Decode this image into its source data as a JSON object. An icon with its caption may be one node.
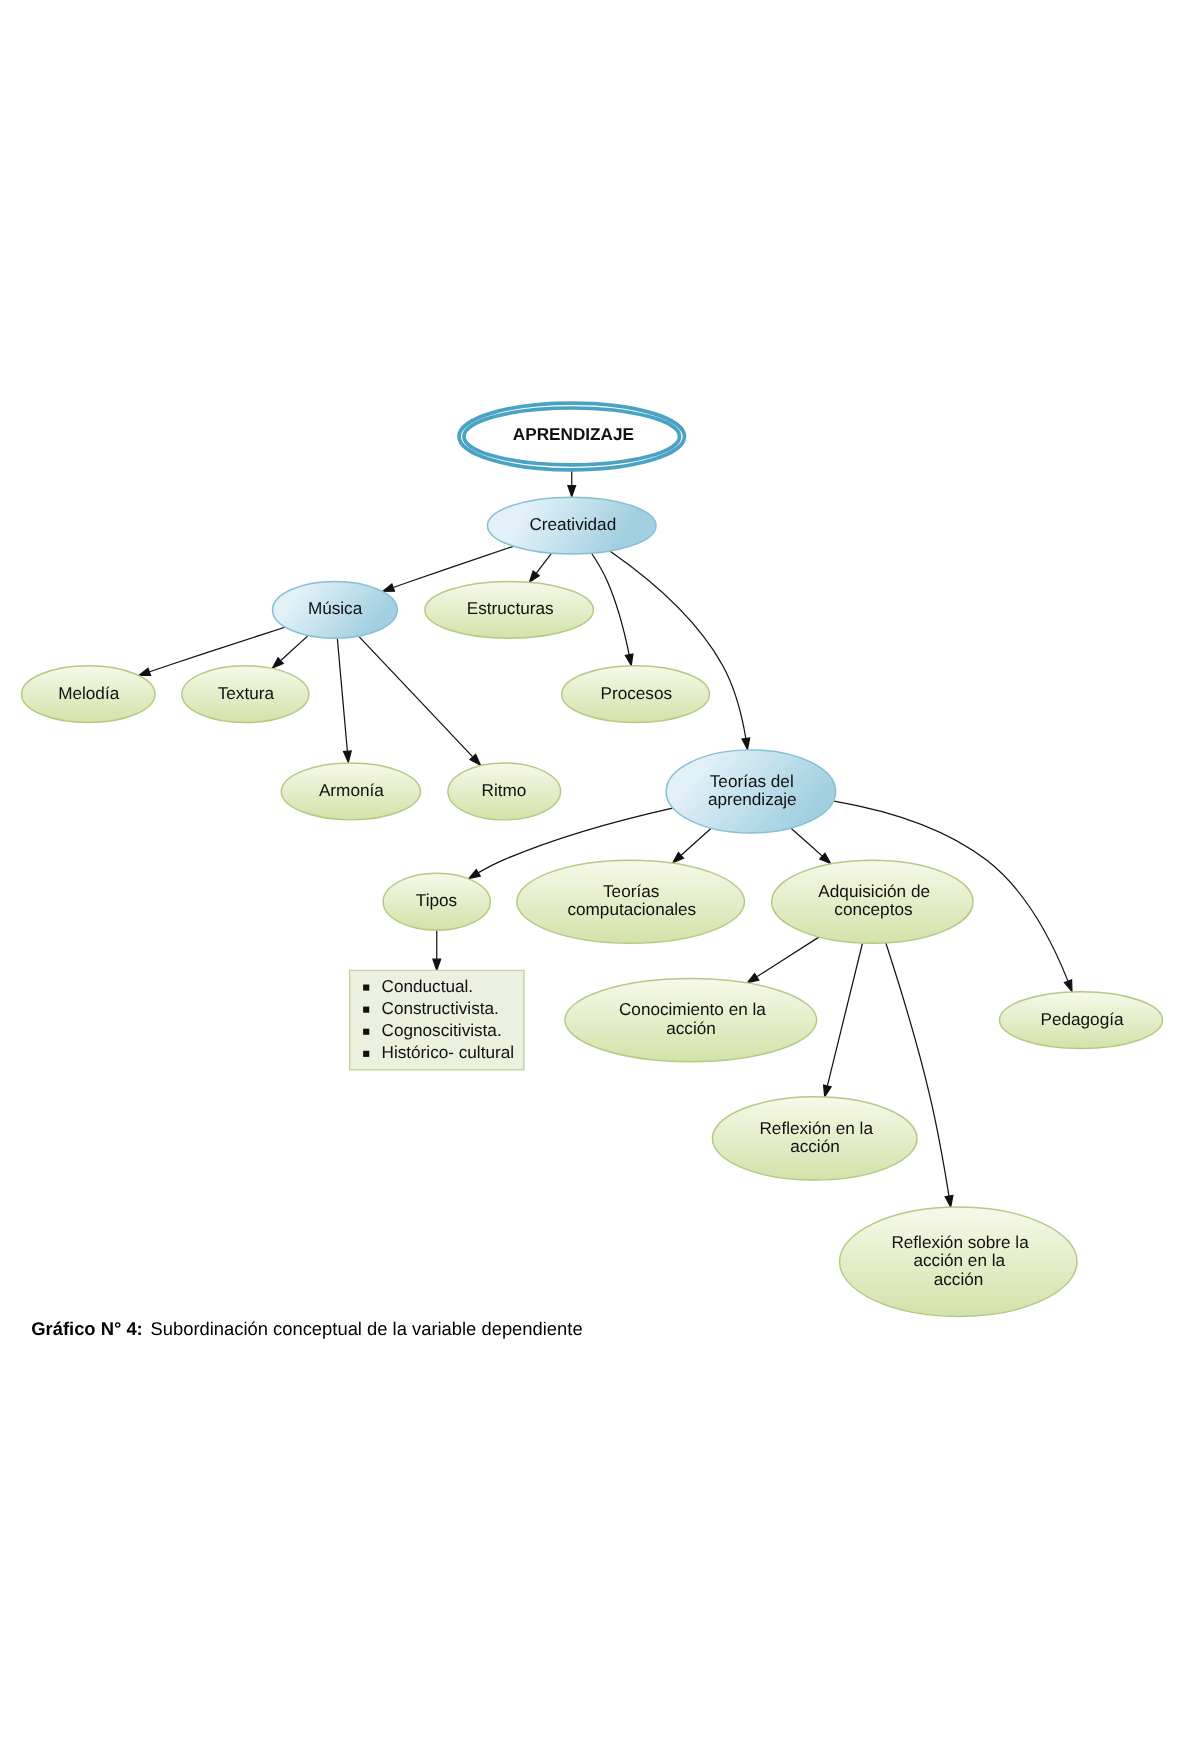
{
  "diagram": {
    "caption": "**Gráfico N° 4:** Subordinación conceptual de la variable dependiente",
    "nodes": [
      {
        "text": [
          "Melodía"
        ]
      },
      {
        "text": [
          "Textura"
        ]
      },
      {
        "text": [
          "Armonía"
        ]
      },
      {
        "text": [
          "Música"
        ]
      },
      {
        "text": [
          "Ritmo"
        ]
      },
      {
        "text": [
          "Estructuras"
        ]
      },
      {
        "text": [
          "Creatividad"
        ]
      },
      {
        "text": [
          "APRENDIZAJE"
        ]
      },
      {
        "text": [
          "Procesos"
        ]
      },
      {
        "text": [
          "Tipos"
        ]
      },
      {
        "text": [
          "Teorías del aprendizaje"
        ]
      },
      {
        "text": [
          "Conductual.",
          "Constructivista.",
          "Cognoscitivista.",
          "Histórico- cultural"
        ]
      },
      {
        "text": [
          "Conocimiento en la acción"
        ]
      },
      {
        "text": [
          "Teorías computacionales"
        ]
      },
      {
        "text": [
          "Adquisición de conceptos"
        ]
      },
      {
        "text": [
          "Reflexión en la acción"
        ]
      },
      {
        "text": [
          "Pedagogía"
        ]
      },
      {
        "text": [
          "Reflexión sobre la acción en la acción"
        ]
      }
    ],
    "edges": [
      {
        "from": 3,
        "to": 0,
        "arrow": "to"
      },
      {
        "from": 3,
        "to": 1,
        "arrow": "to"
      },
      {
        "from": 3,
        "to": 2,
        "arrow": "to"
      },
      {
        "from": 3,
        "to": 4,
        "arrow": "to"
      },
      {
        "from": 6,
        "to": 3,
        "arrow": "to"
      },
      {
        "from": 6,
        "to": 5,
        "arrow": "to"
      },
      {
        "from": 7,
        "to": 6,
        "arrow": "to"
      },
      {
        "from": 6,
        "to": 8,
        "arrow": "to"
      },
      {
        "from": 6,
        "to": 10,
        "arrow": "to"
      },
      {
        "from": 10,
        "to": 9,
        "arrow": "to"
      },
      {
        "from": 9,
        "to": 11,
        "arrow": "to"
      },
      {
        "from": 10,
        "to": 13,
        "arrow": "to"
      },
      {
        "from": 10,
        "to": 16,
        "arrow": "to"
      },
      {
        "from": 10,
        "to": 14,
        "arrow": "to"
      },
      {
        "from": 14,
        "to": 12,
        "arrow": "to"
      },
      {
        "from": 14,
        "to": 15,
        "arrow": "to"
      },
      {
        "from": 14,
        "to": 17,
        "arrow": "to"
      }
    ]
  }
}
